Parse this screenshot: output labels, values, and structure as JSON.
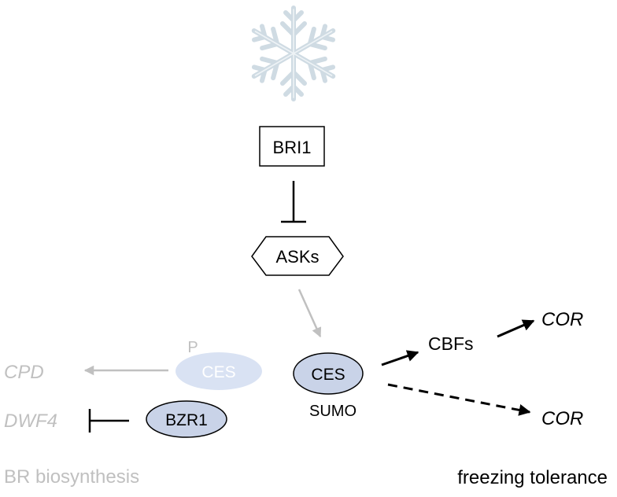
{
  "nodes": {
    "bri1": "BRI1",
    "asks": "ASKs",
    "ces_phospho_mark": "P",
    "ces_phospho": "CES",
    "ces_sumo": "CES",
    "sumo_mark": "SUMO",
    "bzr1": "BZR1",
    "cbfs": "CBFs",
    "cpd": "CPD",
    "dwf4": "DWF4",
    "cor_top": "COR",
    "cor_bottom": "COR"
  },
  "labels": {
    "br_biosynthesis": "BR biosynthesis",
    "freezing_tolerance": "freezing tolerance"
  },
  "icons": {
    "stimulus": "snowflake-icon"
  },
  "colors": {
    "active": "#000000",
    "inactive": "#c0c0c0",
    "protein_fill": "#c9d3e8",
    "protein_fill_faded": "#d9e2f3",
    "snowflake": "#cfdbe3"
  }
}
